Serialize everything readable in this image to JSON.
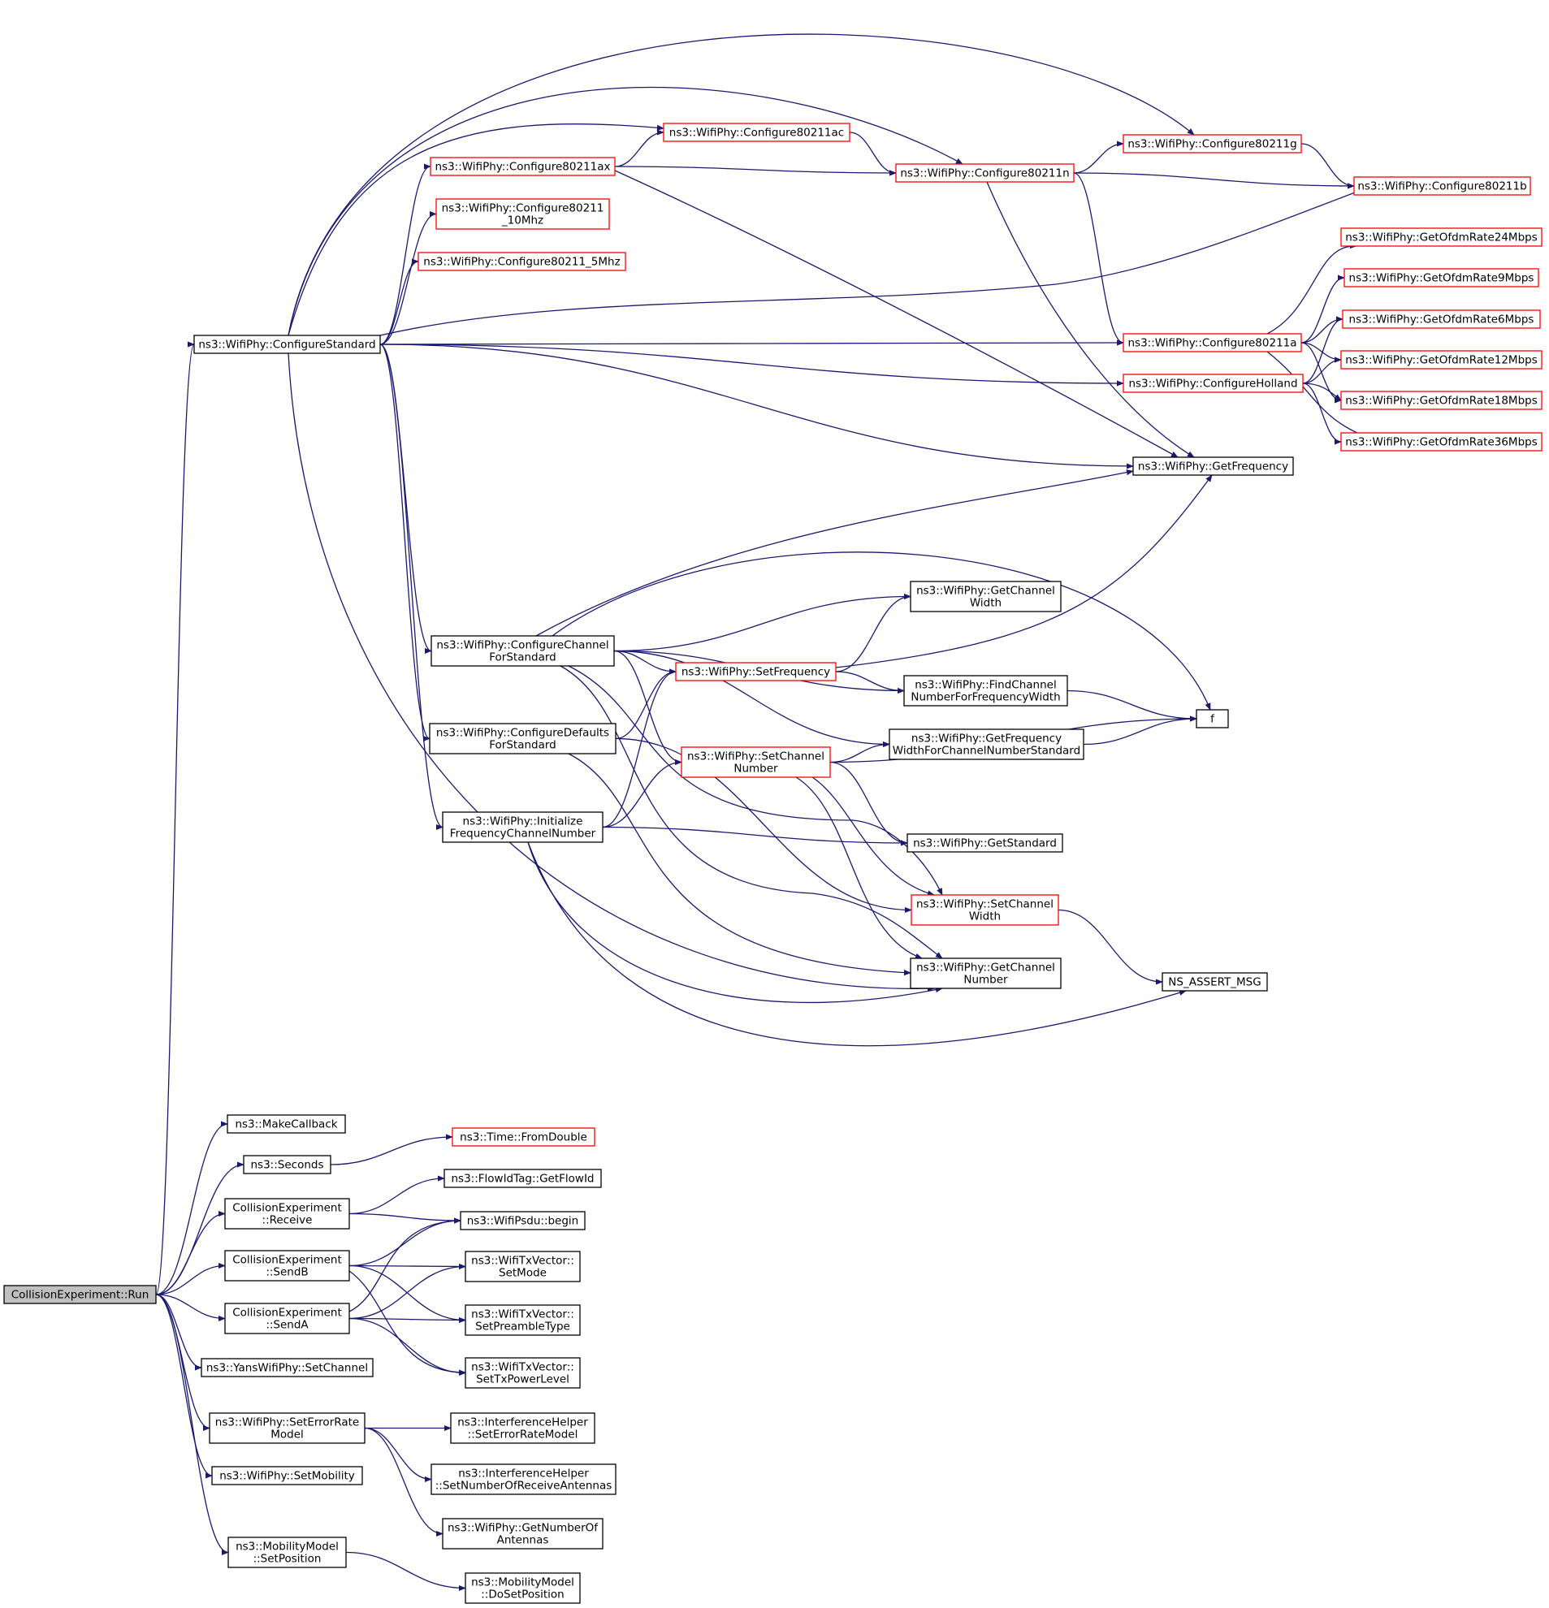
{
  "nodes": [
    {
      "id": "run",
      "lines": [
        "CollisionExperiment::Run"
      ],
      "style": "root"
    },
    {
      "id": "cfgstd",
      "lines": [
        "ns3::WifiPhy::ConfigureStandard"
      ],
      "style": "black"
    },
    {
      "id": "makecb",
      "lines": [
        "ns3::MakeCallback"
      ],
      "style": "black"
    },
    {
      "id": "seconds",
      "lines": [
        "ns3::Seconds"
      ],
      "style": "black"
    },
    {
      "id": "receive",
      "lines": [
        "CollisionExperiment",
        "::Receive"
      ],
      "style": "black"
    },
    {
      "id": "sendb",
      "lines": [
        "CollisionExperiment",
        "::SendB"
      ],
      "style": "black"
    },
    {
      "id": "senda",
      "lines": [
        "CollisionExperiment",
        "::SendA"
      ],
      "style": "black"
    },
    {
      "id": "yanssetch",
      "lines": [
        "ns3::YansWifiPhy::SetChannel"
      ],
      "style": "black"
    },
    {
      "id": "seterr",
      "lines": [
        "ns3::WifiPhy::SetErrorRate",
        "Model"
      ],
      "style": "black"
    },
    {
      "id": "setmob",
      "lines": [
        "ns3::WifiPhy::SetMobility"
      ],
      "style": "black"
    },
    {
      "id": "setpos",
      "lines": [
        "ns3::MobilityModel",
        "::SetPosition"
      ],
      "style": "black"
    },
    {
      "id": "c11ax",
      "lines": [
        "ns3::WifiPhy::Configure80211ax"
      ],
      "style": "red"
    },
    {
      "id": "c11_10",
      "lines": [
        "ns3::WifiPhy::Configure80211",
        "_10Mhz"
      ],
      "style": "red"
    },
    {
      "id": "c11_5",
      "lines": [
        "ns3::WifiPhy::Configure80211_5Mhz"
      ],
      "style": "red"
    },
    {
      "id": "cfgchstd",
      "lines": [
        "ns3::WifiPhy::ConfigureChannel",
        "ForStandard"
      ],
      "style": "black"
    },
    {
      "id": "cfgdefstd",
      "lines": [
        "ns3::WifiPhy::ConfigureDefaults",
        "ForStandard"
      ],
      "style": "black"
    },
    {
      "id": "initfreq",
      "lines": [
        "ns3::WifiPhy::Initialize",
        "FrequencyChannelNumber"
      ],
      "style": "black"
    },
    {
      "id": "c11ac",
      "lines": [
        "ns3::WifiPhy::Configure80211ac"
      ],
      "style": "red"
    },
    {
      "id": "c11n",
      "lines": [
        "ns3::WifiPhy::Configure80211n"
      ],
      "style": "red"
    },
    {
      "id": "c11g",
      "lines": [
        "ns3::WifiPhy::Configure80211g"
      ],
      "style": "red"
    },
    {
      "id": "c11b",
      "lines": [
        "ns3::WifiPhy::Configure80211b"
      ],
      "style": "red"
    },
    {
      "id": "c11a",
      "lines": [
        "ns3::WifiPhy::Configure80211a"
      ],
      "style": "red"
    },
    {
      "id": "cholland",
      "lines": [
        "ns3::WifiPhy::ConfigureHolland"
      ],
      "style": "red"
    },
    {
      "id": "getfreq",
      "lines": [
        "ns3::WifiPhy::GetFrequency"
      ],
      "style": "black"
    },
    {
      "id": "ofdm24",
      "lines": [
        "ns3::WifiPhy::GetOfdmRate24Mbps"
      ],
      "style": "red"
    },
    {
      "id": "ofdm9",
      "lines": [
        "ns3::WifiPhy::GetOfdmRate9Mbps"
      ],
      "style": "red"
    },
    {
      "id": "ofdm6",
      "lines": [
        "ns3::WifiPhy::GetOfdmRate6Mbps"
      ],
      "style": "red"
    },
    {
      "id": "ofdm12",
      "lines": [
        "ns3::WifiPhy::GetOfdmRate12Mbps"
      ],
      "style": "red"
    },
    {
      "id": "ofdm18",
      "lines": [
        "ns3::WifiPhy::GetOfdmRate18Mbps"
      ],
      "style": "red"
    },
    {
      "id": "ofdm36",
      "lines": [
        "ns3::WifiPhy::GetOfdmRate36Mbps"
      ],
      "style": "red"
    },
    {
      "id": "getchw",
      "lines": [
        "ns3::WifiPhy::GetChannel",
        "Width"
      ],
      "style": "black"
    },
    {
      "id": "setfreq",
      "lines": [
        "ns3::WifiPhy::SetFrequency"
      ],
      "style": "red"
    },
    {
      "id": "findch",
      "lines": [
        "ns3::WifiPhy::FindChannel",
        "NumberForFrequencyWidth"
      ],
      "style": "black"
    },
    {
      "id": "f",
      "lines": [
        "f"
      ],
      "style": "black"
    },
    {
      "id": "getfwstd",
      "lines": [
        "ns3::WifiPhy::GetFrequency",
        "WidthForChannelNumberStandard"
      ],
      "style": "black"
    },
    {
      "id": "setchnum",
      "lines": [
        "ns3::WifiPhy::SetChannel",
        "Number"
      ],
      "style": "red"
    },
    {
      "id": "getstd",
      "lines": [
        "ns3::WifiPhy::GetStandard"
      ],
      "style": "black"
    },
    {
      "id": "setchw",
      "lines": [
        "ns3::WifiPhy::SetChannel",
        "Width"
      ],
      "style": "red"
    },
    {
      "id": "getchnum",
      "lines": [
        "ns3::WifiPhy::GetChannel",
        "Number"
      ],
      "style": "black"
    },
    {
      "id": "nsassert",
      "lines": [
        "NS_ASSERT_MSG"
      ],
      "style": "black"
    },
    {
      "id": "fromdouble",
      "lines": [
        "ns3::Time::FromDouble"
      ],
      "style": "red"
    },
    {
      "id": "getflowid",
      "lines": [
        "ns3::FlowIdTag::GetFlowId"
      ],
      "style": "black"
    },
    {
      "id": "psdubegin",
      "lines": [
        "ns3::WifiPsdu::begin"
      ],
      "style": "black"
    },
    {
      "id": "setmode",
      "lines": [
        "ns3::WifiTxVector::",
        "SetMode"
      ],
      "style": "black"
    },
    {
      "id": "setpre",
      "lines": [
        "ns3::WifiTxVector::",
        "SetPreambleType"
      ],
      "style": "black"
    },
    {
      "id": "settxp",
      "lines": [
        "ns3::WifiTxVector::",
        "SetTxPowerLevel"
      ],
      "style": "black"
    },
    {
      "id": "ihseterr",
      "lines": [
        "ns3::InterferenceHelper",
        "::SetErrorRateModel"
      ],
      "style": "black"
    },
    {
      "id": "ihsetnum",
      "lines": [
        "ns3::InterferenceHelper",
        "::SetNumberOfReceiveAntennas"
      ],
      "style": "black"
    },
    {
      "id": "getnumant",
      "lines": [
        "ns3::WifiPhy::GetNumberOf",
        "Antennas"
      ],
      "style": "black"
    },
    {
      "id": "dosetpos",
      "lines": [
        "ns3::MobilityModel",
        "::DoSetPosition"
      ],
      "style": "black"
    }
  ],
  "edges": [
    [
      "run",
      "cfgstd"
    ],
    [
      "run",
      "makecb"
    ],
    [
      "run",
      "seconds"
    ],
    [
      "run",
      "receive"
    ],
    [
      "run",
      "sendb"
    ],
    [
      "run",
      "senda"
    ],
    [
      "run",
      "yanssetch"
    ],
    [
      "run",
      "seterr"
    ],
    [
      "run",
      "setmob"
    ],
    [
      "run",
      "setpos"
    ],
    [
      "cfgstd",
      "c11ax"
    ],
    [
      "cfgstd",
      "c11_10"
    ],
    [
      "cfgstd",
      "c11_5"
    ],
    [
      "cfgstd",
      "c11ac"
    ],
    [
      "cfgstd",
      "c11n"
    ],
    [
      "cfgstd",
      "c11g"
    ],
    [
      "cfgstd",
      "c11b"
    ],
    [
      "cfgstd",
      "c11a"
    ],
    [
      "cfgstd",
      "cholland"
    ],
    [
      "cfgstd",
      "getfreq"
    ],
    [
      "cfgstd",
      "cfgchstd"
    ],
    [
      "cfgstd",
      "cfgdefstd"
    ],
    [
      "cfgstd",
      "initfreq"
    ],
    [
      "cfgstd",
      "getchnum"
    ],
    [
      "c11ax",
      "c11ac"
    ],
    [
      "c11ax",
      "c11n"
    ],
    [
      "c11ax",
      "getfreq"
    ],
    [
      "c11ac",
      "c11n"
    ],
    [
      "c11n",
      "c11g"
    ],
    [
      "c11n",
      "c11b"
    ],
    [
      "c11n",
      "c11a"
    ],
    [
      "c11n",
      "getfreq"
    ],
    [
      "c11g",
      "c11b"
    ],
    [
      "c11a",
      "ofdm24"
    ],
    [
      "c11a",
      "ofdm9"
    ],
    [
      "c11a",
      "ofdm6"
    ],
    [
      "c11a",
      "ofdm12"
    ],
    [
      "c11a",
      "ofdm18"
    ],
    [
      "c11a",
      "ofdm36"
    ],
    [
      "cholland",
      "ofdm6"
    ],
    [
      "cholland",
      "ofdm12"
    ],
    [
      "cholland",
      "ofdm18"
    ],
    [
      "cholland",
      "ofdm36"
    ],
    [
      "cfgchstd",
      "getfreq"
    ],
    [
      "cfgchstd",
      "f"
    ],
    [
      "cfgchstd",
      "getchw"
    ],
    [
      "cfgchstd",
      "setfreq"
    ],
    [
      "cfgchstd",
      "findch"
    ],
    [
      "cfgchstd",
      "getfwstd"
    ],
    [
      "cfgchstd",
      "setchnum"
    ],
    [
      "cfgchstd",
      "setchw"
    ],
    [
      "cfgchstd",
      "getchnum"
    ],
    [
      "cfgdefstd",
      "setfreq"
    ],
    [
      "cfgdefstd",
      "setchw"
    ],
    [
      "cfgdefstd",
      "getchnum"
    ],
    [
      "initfreq",
      "setfreq"
    ],
    [
      "initfreq",
      "setchnum"
    ],
    [
      "initfreq",
      "getstd"
    ],
    [
      "initfreq",
      "getchnum"
    ],
    [
      "initfreq",
      "nsassert"
    ],
    [
      "setfreq",
      "getchw"
    ],
    [
      "setfreq",
      "findch"
    ],
    [
      "setfreq",
      "getfreq"
    ],
    [
      "findch",
      "f"
    ],
    [
      "getfwstd",
      "f"
    ],
    [
      "setchnum",
      "getfwstd"
    ],
    [
      "setchnum",
      "f"
    ],
    [
      "setchnum",
      "getstd"
    ],
    [
      "setchnum",
      "setchw"
    ],
    [
      "setchnum",
      "getchnum"
    ],
    [
      "setchw",
      "nsassert"
    ],
    [
      "seconds",
      "fromdouble"
    ],
    [
      "receive",
      "getflowid"
    ],
    [
      "receive",
      "psdubegin"
    ],
    [
      "sendb",
      "psdubegin"
    ],
    [
      "sendb",
      "setmode"
    ],
    [
      "sendb",
      "setpre"
    ],
    [
      "sendb",
      "settxp"
    ],
    [
      "senda",
      "psdubegin"
    ],
    [
      "senda",
      "setmode"
    ],
    [
      "senda",
      "setpre"
    ],
    [
      "senda",
      "settxp"
    ],
    [
      "seterr",
      "ihseterr"
    ],
    [
      "seterr",
      "ihsetnum"
    ],
    [
      "seterr",
      "getnumant"
    ],
    [
      "setpos",
      "dosetpos"
    ]
  ],
  "colors": {
    "edge": "#191970",
    "node_border": "#000000",
    "highlight_border": "#ff0000",
    "root_fill": "#bfbfbf"
  }
}
